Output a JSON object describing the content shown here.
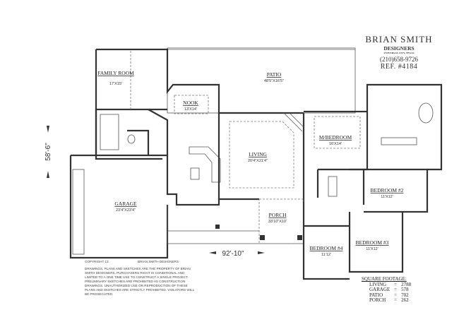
{
  "designer": {
    "name": "BRIAN SMITH",
    "subtitle": "DESIGNERS",
    "location": "UNIVERSAL CITY, TEXAS",
    "phone": "(210)658-9726",
    "ref": "REF. #4184"
  },
  "rooms": {
    "family": {
      "name": "FAMILY ROOM",
      "dim": "17'X15'"
    },
    "patio": {
      "name": "PATIO",
      "dim": "48'5\"X16'5\""
    },
    "nook": {
      "name": "NOOK",
      "dim": "13'X14'"
    },
    "living": {
      "name": "LIVING",
      "dim": "20'4\"X21'4\""
    },
    "master": {
      "name": "M/BEDROOM",
      "dim": "16'X14'"
    },
    "bed2": {
      "name": "BEDROOM #2",
      "dim": "11'X12'"
    },
    "bed3": {
      "name": "BEDROOM #3",
      "dim": "11'X12'"
    },
    "bed4": {
      "name": "BEDROOM #4",
      "dim": "11'12'"
    },
    "garage": {
      "name": "GARAGE",
      "dim": "23'4\"X23'4\""
    },
    "porch": {
      "name": "PORCH",
      "dim": "33'10\"X10'"
    }
  },
  "dimensions": {
    "depth": "58'-6\"",
    "width": "92'-10\""
  },
  "copyright": {
    "line": "COPYRIGHT 13",
    "owner": "BRIAN SMITH DESIGNERS",
    "text": "DRAWINGS, PLANS AND SKETCHES ARE THE PROPERTY OF BRIAN SMITH DESIGNERS. PURCHASERS RIGHT IS CONDITIONAL AND LIMITED TO A ONE TIME USE TO CONSTRUCT A SINGLE PROJECT. PRELIMINARY SKETCHES ARE PROHIBITED AS CONSTRUCTION DRAWINGS. UNAUTHORIZED USE OR REPRODUCTION OF THESE PLANS AND SKETCHES ARE STRICTLY PROHIBITED. VIOLATORS WILL BE PROSECUTED."
  },
  "square_footage": {
    "title": "SQUARE FOOTAGE:",
    "rows": [
      {
        "label": "LIVING",
        "value": "2788"
      },
      {
        "label": "GARAGE",
        "value": "578"
      },
      {
        "label": "PATIO",
        "value": "702"
      },
      {
        "label": "PORCH",
        "value": "262"
      }
    ]
  }
}
